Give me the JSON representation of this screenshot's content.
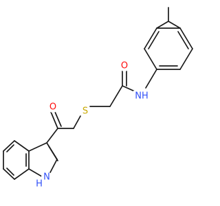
{
  "atoms": {
    "O_amide": {
      "label": "O",
      "color": "#ff0d0d"
    },
    "N_amide": {
      "label": "NH",
      "color": "#3050f8"
    },
    "S": {
      "label": "S",
      "color": "#c8a800"
    },
    "O_ketone": {
      "label": "O",
      "color": "#ff0d0d"
    },
    "N_indole": {
      "label": "N",
      "color": "#3050f8"
    },
    "H_indole": {
      "label": "H",
      "color": "#3050f8"
    }
  },
  "bond_color": "#1a1a1a"
}
